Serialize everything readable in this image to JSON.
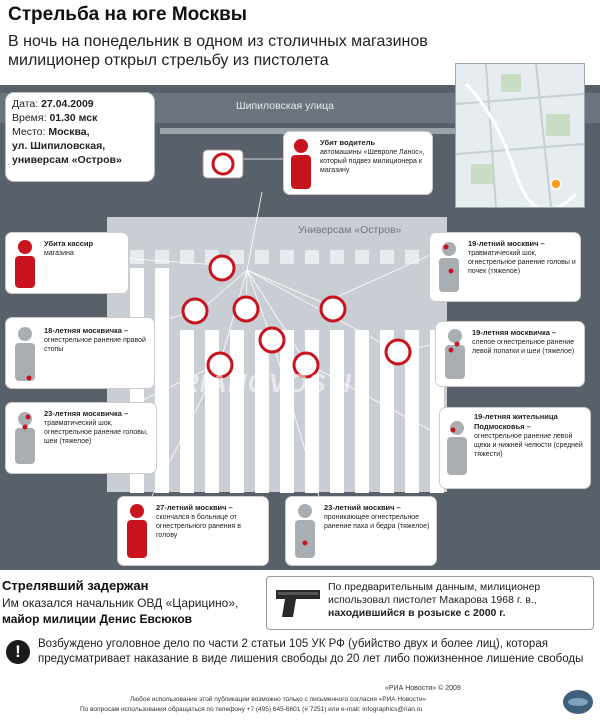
{
  "header": {
    "title": "Стрельба на юге Москвы",
    "subtitle": "В ночь на понедельник в одном из столичных магазинов милиционер открыл стрельбу из пистолета"
  },
  "info": {
    "date_label": "Дата:",
    "date_value": "27.04.2009",
    "time_label": "Время:",
    "time_value": "01.30 мск",
    "place_label": "Место:",
    "place_value_1": "Москва,",
    "place_value_2": "ул. Шипиловская,",
    "place_value_3": "универсам «Остров»"
  },
  "scene": {
    "street_label": "Шипиловская улица",
    "store_label": "Универсам «Остров»",
    "watermark": "RIANOVOSTI"
  },
  "victims": [
    {
      "title": "Убит водитель",
      "desc": "автомашины «Шевроле Ланос», который подвез милиционера к магазину"
    },
    {
      "title": "Убита кассир",
      "desc": "магазина"
    },
    {
      "title": "19-летний москвич –",
      "desc": "травматический шок, огнестрельное ранение головы и почек (тяжелое)"
    },
    {
      "title": "18-летняя москвичка –",
      "desc": "огнестрельное ранение правой стопы"
    },
    {
      "title": "19-летняя москвичка –",
      "desc": "слепое огнестрельное ранение левой лопатки и шеи (тяжелое)"
    },
    {
      "title": "23-летняя москвичка –",
      "desc": "травматический шок, огнестрельное ранение головы, шеи (тяжелое)"
    },
    {
      "title": "19-летняя жительница Подмосковья –",
      "desc": "огнестрельное ранение левой щеки и нижней челюсти (средней тяжести)"
    },
    {
      "title": "27-летний москвич –",
      "desc": "скончался в больнице от огнестрельного ранения в голову"
    },
    {
      "title": "23-летний москвич –",
      "desc": "проникающее огнестрельное ранение паха и бедра (тяжелое)"
    }
  ],
  "detained": {
    "title": "Стрелявший задержан",
    "line1": "Им оказался начальник ОВД «Царицино»,",
    "line2": "майор милиции Денис Евсюков"
  },
  "gun": {
    "text_1": "По предварительным данным, милиционер использовал пистолет Макарова 1968 г. в.,",
    "text_2": "находившийся в розыске с 2000 г."
  },
  "case": {
    "icon_glyph": "!",
    "text": "Возбуждено уголовное дело по части 2 статьи 105 УК РФ (убийство двух и более лиц), которая предусматривает наказание в виде лишения свободы до 20 лет либо пожизненное лишение свободы"
  },
  "footer": {
    "copyright": "«РИА Новости» © 2009",
    "line2": "Любое использование этой публикации возможно только с письменного согласия «РИА Новости»",
    "line3": "По вопросам использования обращаться по телефону +7 (495) 645-6601 (# 7251) или e-mail: infographics@rian.ru"
  },
  "colors": {
    "killed": "#c8141e",
    "wounded": "#a9aeb3",
    "scene_bg": "#58606a",
    "store_bg": "#c9ced4"
  }
}
